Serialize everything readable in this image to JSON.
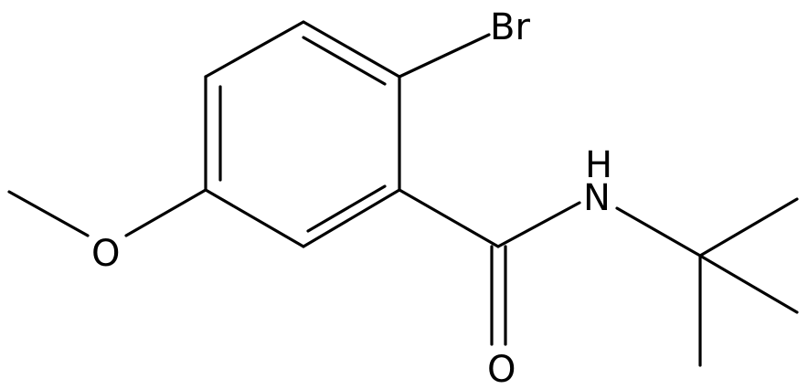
{
  "molecule": {
    "atom_labels": {
      "bromine": "Br",
      "amide_nitrogen": "N",
      "amide_hydrogen": "H",
      "carbonyl_oxygen": "O",
      "methoxy_oxygen": "O"
    },
    "colors": {
      "bond": "#000000",
      "label": "#000000",
      "background": "#ffffff"
    }
  }
}
